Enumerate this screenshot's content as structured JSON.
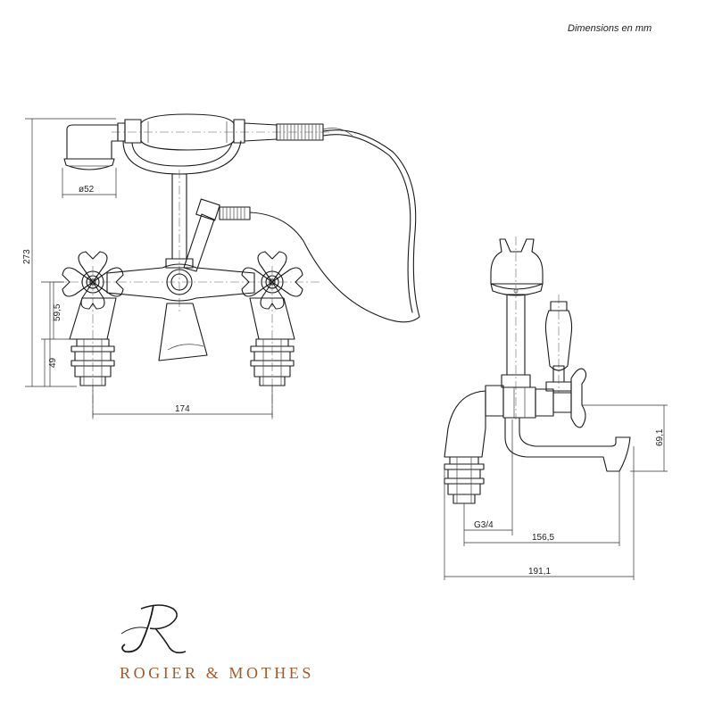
{
  "header": {
    "units_note": "Dimensions en mm"
  },
  "dimensions": {
    "handshower_diameter": "ø52",
    "total_height": "273",
    "handle_height": "59,5",
    "base_height": "49",
    "center_distance": "174",
    "spout_height": "69,1",
    "thread": "G3/4",
    "spout_reach": "156,5",
    "total_depth": "191,1"
  },
  "brand": {
    "monogram": "R",
    "name": "ROGIER & MOTHES",
    "color": "#a45a2a"
  },
  "colors": {
    "line": "#1a1a1a",
    "accent": "#a45a2a"
  }
}
